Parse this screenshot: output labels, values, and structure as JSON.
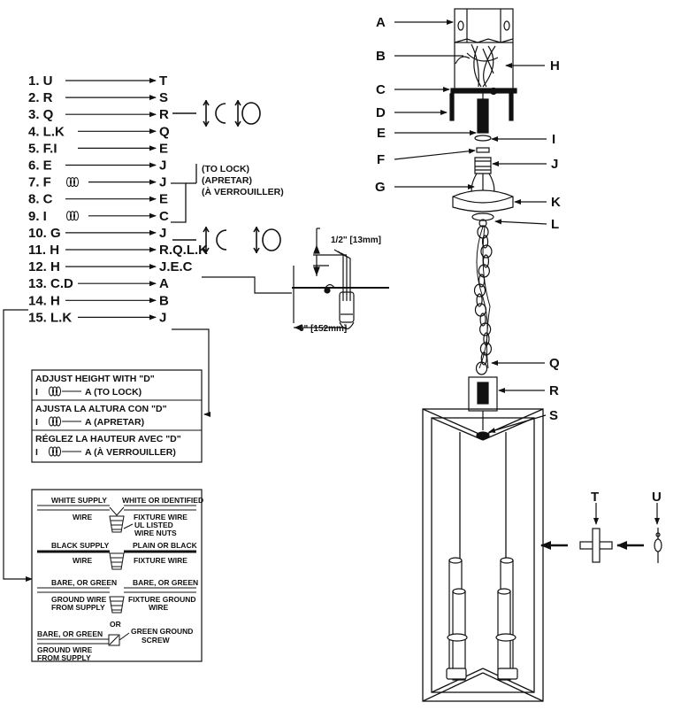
{
  "steps": [
    {
      "label": "1. U",
      "target": "T",
      "twist": false
    },
    {
      "label": "2. R",
      "target": "S",
      "twist": false
    },
    {
      "label": "3. Q",
      "target": "R",
      "twist": false
    },
    {
      "label": "4. L.K",
      "target": "Q",
      "twist": false
    },
    {
      "label": "5. F.I",
      "target": "E",
      "twist": false
    },
    {
      "label": "6. E",
      "target": "J",
      "twist": false
    },
    {
      "label": "7. F",
      "target": "J",
      "twist": true
    },
    {
      "label": "8. C",
      "target": "E",
      "twist": false
    },
    {
      "label": "9. I",
      "target": "C",
      "twist": true
    },
    {
      "label": "10. G",
      "target": "J",
      "twist": false
    },
    {
      "label": "11. H",
      "target": "R.Q.L.K",
      "twist": false
    },
    {
      "label": "12. H",
      "target": "J.E.C",
      "twist": false
    },
    {
      "label": "13. C.D",
      "target": "A",
      "twist": false
    },
    {
      "label": "14. H",
      "target": "B",
      "twist": false
    },
    {
      "label": "15. L.K",
      "target": "J",
      "twist": false
    }
  ],
  "lock_notes": [
    "(TO LOCK)",
    "(APRETAR)",
    "(À VERROUILLER)"
  ],
  "dimensions": {
    "top": "1/2\" [13mm]",
    "bottom": "6\" [152mm]"
  },
  "height_box": [
    {
      "title": "ADJUST HEIGHT WITH \"D\"",
      "line_a": "I",
      "line_b": "A  (TO LOCK)"
    },
    {
      "title": "AJUSTA LA ALTURA CON \"D\"",
      "line_a": "I",
      "line_b": "A  (APRETAR)"
    },
    {
      "title": "RÉGLEZ LA HAUTEUR AVEC \"D\"",
      "line_a": "I",
      "line_b": "A  (À VERROUILLER)"
    }
  ],
  "wiring": {
    "white_supply": "WHITE SUPPLY",
    "white_supply_2": "WIRE",
    "white_fixture": "WHITE OR IDENTIFIED",
    "white_fixture_2": "FIXTURE WIRE",
    "nuts_1": "UL LISTED",
    "nuts_2": "WIRE NUTS",
    "black_supply": "BLACK SUPPLY",
    "black_supply_2": "WIRE",
    "black_fixture": "PLAIN OR BLACK",
    "black_fixture_2": "FIXTURE WIRE",
    "ground_supply": "BARE, OR GREEN",
    "ground_supply_2": "GROUND WIRE",
    "ground_supply_3": "FROM SUPPLY",
    "ground_fixture": "BARE, OR GREEN",
    "ground_fixture_2": "FIXTURE GROUND",
    "ground_fixture_3": "WIRE",
    "or": "OR",
    "screw_supply": "BARE, OR GREEN",
    "screw_supply_2": "GROUND WIRE",
    "screw_supply_3": "FROM SUPPLY",
    "screw_1": "GREEN GROUND",
    "screw_2": "SCREW"
  },
  "parts": {
    "A": "A",
    "B": "B",
    "C": "C",
    "D": "D",
    "E": "E",
    "F": "F",
    "G": "G",
    "H": "H",
    "I": "I",
    "J": "J",
    "K": "K",
    "L": "L",
    "Q": "Q",
    "R": "R",
    "S": "S",
    "T": "T",
    "U": "U"
  }
}
